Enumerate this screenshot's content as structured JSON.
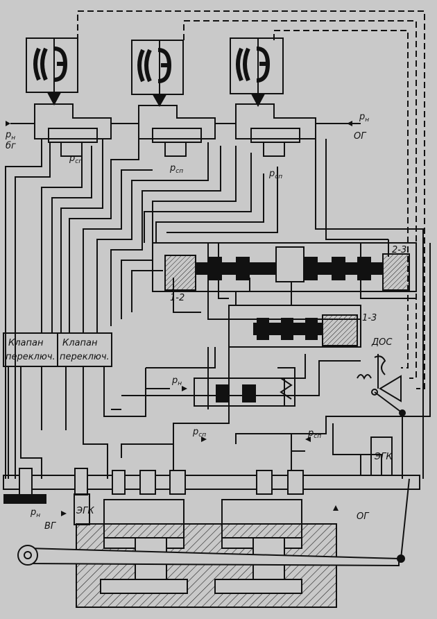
{
  "labels": {
    "p_n_bg": "p",
    "p_n_bg_sub": "н",
    "bg_top": "бг",
    "p_n_og": "p",
    "p_n_og_sub": "н",
    "og_top": "ОГ",
    "p_sp": "p",
    "p_sp_sub": "сп",
    "valve_1_line1": "Клапан",
    "valve_1_line2": "переключ.",
    "valve_2_line1": "Клапан",
    "valve_2_line2": "переключ.",
    "unit_1_2": "1-2",
    "unit_2_3": "2-3",
    "unit_1_3": "1-3",
    "dos": "ДОС",
    "egk_right": "ЭГК",
    "egk_left": "ЭГК",
    "p_n_mid": "p",
    "p_n_mid_sub": "н",
    "p_n_bottom": "p",
    "p_n_bottom_sub": "н",
    "vg_bottom": "ВГ",
    "og_bottom": "ОГ"
  }
}
